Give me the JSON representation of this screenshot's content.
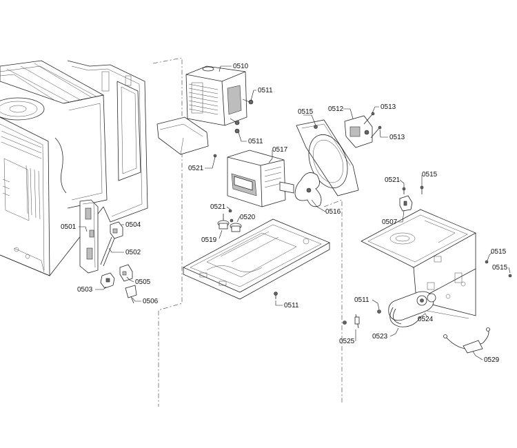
{
  "labels": {
    "p0501": "0501",
    "p0502": "0502",
    "p0503": "0503",
    "p0504": "0504",
    "p0505": "0505",
    "p0506": "0506",
    "p0507": "0507",
    "p0510": "0510",
    "p0511_a": "0511",
    "p0511_b": "0511",
    "p0511_c": "0511",
    "p0511_d": "0511",
    "p0512": "0512",
    "p0513_a": "0513",
    "p0513_b": "0513",
    "p0515_a": "0515",
    "p0515_b": "0515",
    "p0515_c": "0515",
    "p0515_d": "0515",
    "p0516": "0516",
    "p0517": "0517",
    "p0519": "0519",
    "p0520": "0520",
    "p0521_a": "0521",
    "p0521_b": "0521",
    "p0521_c": "0521",
    "p0523": "0523",
    "p0524": "0524",
    "p0525": "0525",
    "p0529": "0529"
  }
}
